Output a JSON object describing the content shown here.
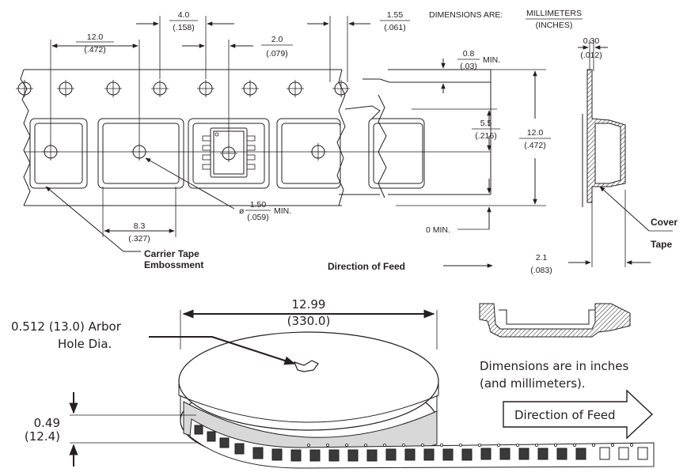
{
  "top": {
    "pitch_12": {
      "mm": "12.0",
      "in": "(.472)"
    },
    "pitch_4": {
      "mm": "4.0",
      "in": "(.158)"
    },
    "pitch_2": {
      "mm": "2.0",
      "in": "(.079)"
    },
    "hole_155": {
      "mm": "1.55",
      "in": "(.061)"
    },
    "units_prefix": "DIMENSIONS ARE:",
    "units_mm": "MILLIMETERS",
    "units_in": "(INCHES)",
    "min_08": {
      "mm": "0.8",
      "in": "(.03)",
      "suffix": "MIN."
    },
    "cover_030": {
      "mm": "0.30",
      "in": "(.012)"
    },
    "dim_55": {
      "mm": "5.5",
      "in": "(.216)"
    },
    "width_12": {
      "mm": "12.0",
      "in": "(.472)"
    },
    "pocket_83": {
      "mm": "8.3",
      "in": "(.327)"
    },
    "hole_150": {
      "prefix": "ø",
      "mm": "1.50",
      "in": "(.059)",
      "suffix": "MIN."
    },
    "zero_min": "0 MIN.",
    "thick_21": {
      "mm": "2.1",
      "in": "(.083)"
    },
    "carrier_label_1": "Carrier Tape",
    "carrier_label_2": "Embossment",
    "cover_label_1": "Cover",
    "cover_label_2": "Tape",
    "direction_label": "Direction of Feed"
  },
  "bottom": {
    "reel_dia": {
      "in": "12.99",
      "mm": "(330.0)"
    },
    "arbor_1": "0.512 (13.0) Arbor",
    "arbor_2": "Hole Dia.",
    "width": {
      "in": "0.49",
      "mm": "(12.4)"
    },
    "units_1": "Dimensions are in inches",
    "units_2": "(and millimeters).",
    "direction_label": "Direction of Feed"
  }
}
